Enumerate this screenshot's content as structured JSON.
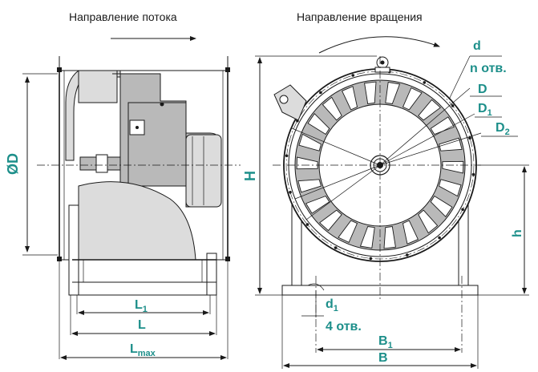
{
  "captions": {
    "flow_direction": "Направление потока",
    "rotation_direction": "Направление вращения"
  },
  "dimensions": {
    "diameter": "ØD",
    "height": "H",
    "small_height": "h",
    "L1": "L",
    "L1_sub": "1",
    "L": "L",
    "Lmax": "L",
    "Lmax_sub": "max",
    "d": "d",
    "n_holes": "n отв.",
    "D": "D",
    "D1": "D",
    "D1_sub": "1",
    "D2": "D",
    "D2_sub": "2",
    "d1": "d",
    "d1_sub": "1",
    "four_holes": "4 отв.",
    "B1": "B",
    "B1_sub": "1",
    "B": "B"
  },
  "colors": {
    "dimension_text": "#1d8f8a",
    "body_fill": "#b9b9b9",
    "line": "#1a1a1a"
  }
}
